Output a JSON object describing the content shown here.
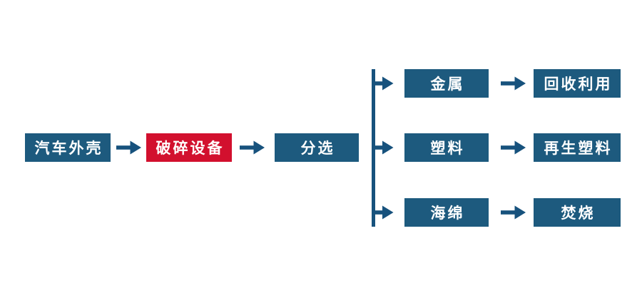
{
  "diagram": {
    "type": "flowchart",
    "description": "Car shell recycling process flow",
    "nodes": {
      "car": {
        "label": "汽车外壳",
        "color_role": "blue"
      },
      "crush": {
        "label": "破碎设备",
        "color_role": "red"
      },
      "sort": {
        "label": "分选",
        "color_role": "blue"
      },
      "metal": {
        "label": "金属",
        "color_role": "blue"
      },
      "plastic": {
        "label": "塑料",
        "color_role": "blue"
      },
      "sponge": {
        "label": "海绵",
        "color_role": "blue"
      },
      "recycle": {
        "label": "回收利用",
        "color_role": "blue"
      },
      "recycled_plastic": {
        "label": "再生塑料",
        "color_role": "blue"
      },
      "incinerate": {
        "label": "焚烧",
        "color_role": "blue"
      }
    },
    "edges": [
      {
        "from": "car",
        "to": "crush"
      },
      {
        "from": "crush",
        "to": "sort"
      },
      {
        "from": "sort",
        "to": "metal"
      },
      {
        "from": "sort",
        "to": "plastic"
      },
      {
        "from": "sort",
        "to": "sponge"
      },
      {
        "from": "metal",
        "to": "recycle"
      },
      {
        "from": "plastic",
        "to": "recycled_plastic"
      },
      {
        "from": "sponge",
        "to": "incinerate"
      }
    ],
    "colors": {
      "node_blue": "#1D5A7E",
      "node_red": "#D2102E",
      "connector_blue": "#17527D",
      "label_text": "#FFFFFF",
      "background": "#FFFFFF"
    }
  }
}
